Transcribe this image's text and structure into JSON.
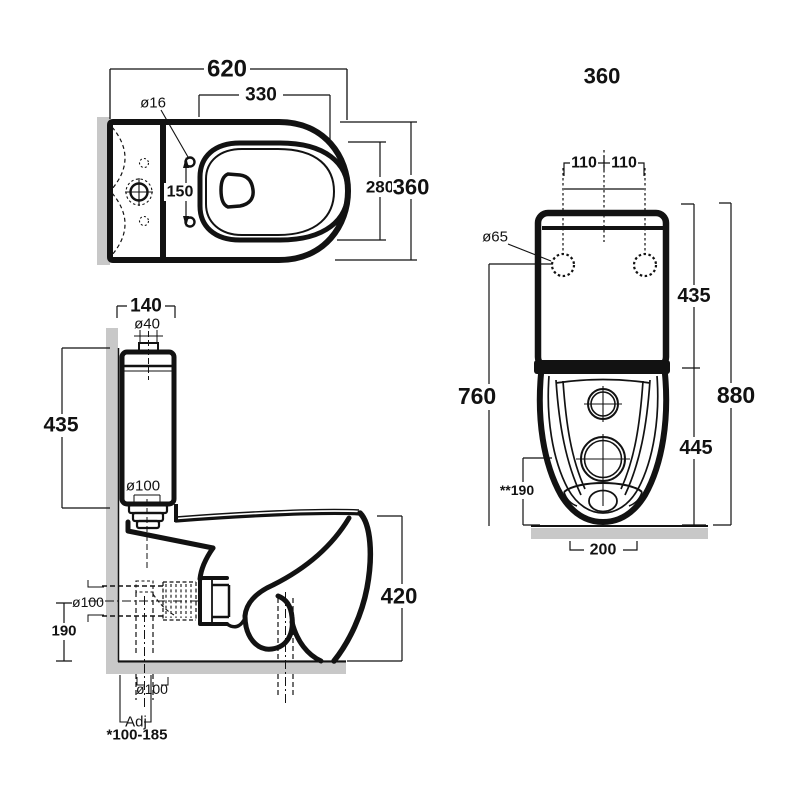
{
  "plan": {
    "length": "620",
    "seat_length": "330",
    "hole_dia": "ø16",
    "hole_spacing": "150",
    "bowl_width": "280",
    "width": "360"
  },
  "rear": {
    "width": "360",
    "hole_left": "110",
    "hole_right": "110",
    "hole_dia": "ø65",
    "cistern_height": "435",
    "lower_height": "445",
    "total_height": "880",
    "inlet_height": "760",
    "outlet_height": "**190",
    "base_width": "200"
  },
  "side": {
    "cistern_depth": "140",
    "inlet_dia": "ø40",
    "cistern_height": "435",
    "flush_dia": "ø100",
    "outlet_dia": "ø100",
    "outlet_height": "190",
    "floor_outlet_dia": "ø100",
    "adjust": "Adj",
    "adjust_range": "*100-185",
    "bowl_height": "420"
  },
  "colors": {
    "line": "#121212",
    "wall": "#c8c8c8"
  }
}
